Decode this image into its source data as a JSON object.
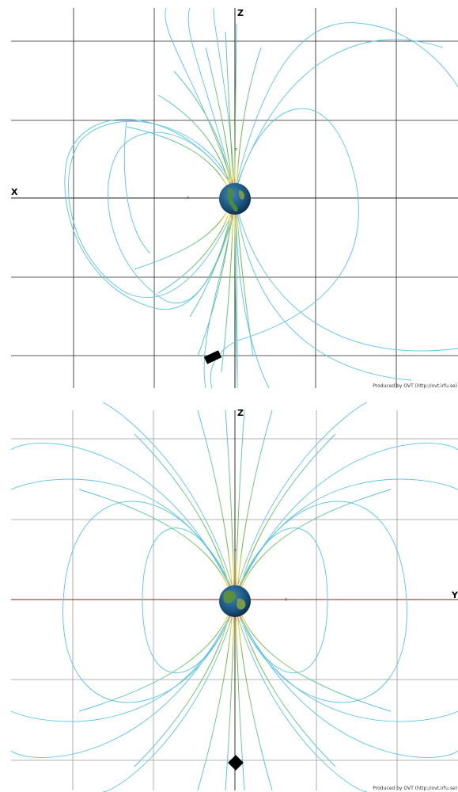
{
  "top_panel": {
    "axis_labels": {
      "vertical": "Z",
      "horizontal": "X",
      "small_z": "z",
      "small_x": "x"
    },
    "credit": "Produced by OVT (http://ovt.irfu.se)"
  },
  "bottom_panel": {
    "axis_labels": {
      "vertical": "Z",
      "horizontal": "Y",
      "small_z": "z",
      "small_y": "y"
    },
    "credit": "Produced by OVT (http://ovt.irfu.se)"
  },
  "colors": {
    "grid_top": "#222222",
    "grid_bottom": "#9a9a9a",
    "axis_bottom": "#8b1a1a",
    "field_far": "#58c4e6",
    "field_mid": "#5db04a",
    "field_near": "#ff2a1a",
    "earth_ocean": "#1b5f8e",
    "earth_land": "#4d8a3a",
    "spacecraft": "#000000"
  }
}
